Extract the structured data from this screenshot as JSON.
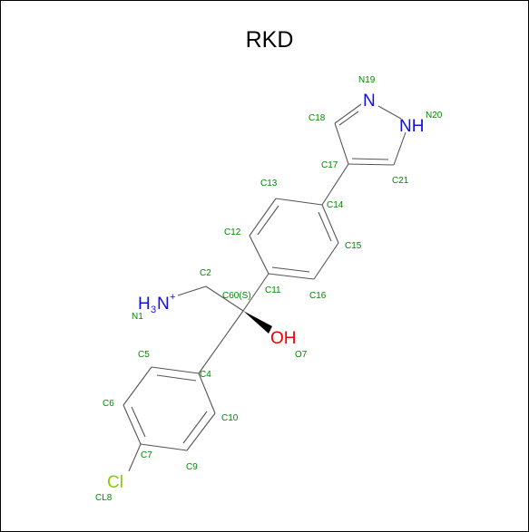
{
  "title": "RKD",
  "colors": {
    "atom_label": "#008800",
    "nitrogen": "#1010dd",
    "oxygen": "#ee0000",
    "chlorine": "#88cc00",
    "bond": "#555555"
  },
  "atom_labels": {
    "n19": "N19",
    "n20": "N20",
    "c18": "C18",
    "c17": "C17",
    "c21": "C21",
    "c13": "C13",
    "c14": "C14",
    "c12": "C12",
    "c15": "C15",
    "c2": "C2",
    "c60": "C60(S)",
    "c11": "C11",
    "c16": "C16",
    "n1": "N1",
    "o7": "O7",
    "c5": "C5",
    "c4": "C4",
    "c6": "C6",
    "c10": "C10",
    "c7": "C7",
    "c9": "C9",
    "cl8": "CL8"
  },
  "heteroatoms": {
    "n19": "N",
    "n20": "NH",
    "n1_main": "H",
    "n1_sub": "3",
    "n1_tail": "N",
    "n1_charge": "+",
    "o7": "OH",
    "cl8": "Cl"
  }
}
